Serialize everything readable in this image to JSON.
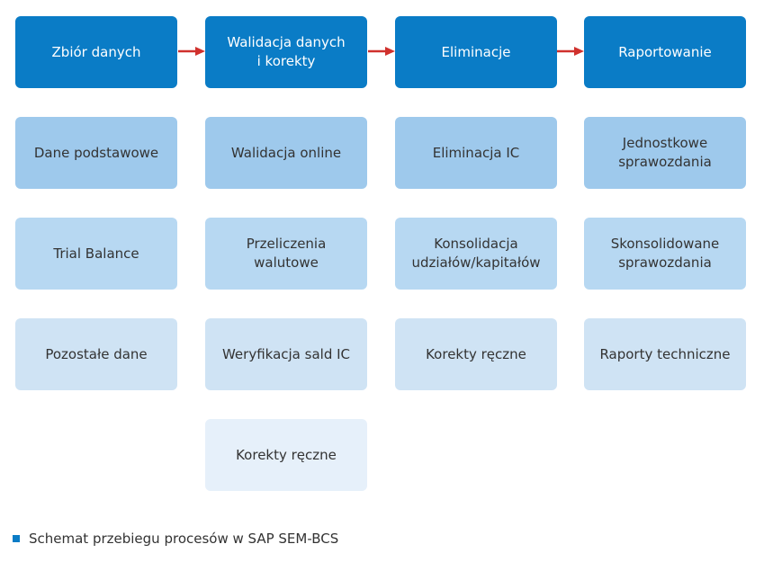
{
  "headers": [
    "Zbiór danych",
    "Walidacja danych\ni korekty",
    "Eliminacje",
    "Raportowanie"
  ],
  "columns": [
    [
      "Dane podstawowe",
      "Trial Balance",
      "Pozostałe dane"
    ],
    [
      "Walidacja online",
      "Przeliczenia walutowe",
      "Weryfikacja sald IC",
      "Korekty ręczne"
    ],
    [
      "Eliminacja IC",
      "Konsolidacja\nudziałów/kapitałów",
      "Korekty ręczne"
    ],
    [
      "Jednostkowe\nsprawozdania",
      "Skonsolidowane\nsprawozdania",
      "Raporty techniczne"
    ]
  ],
  "caption": "Schemat przebiegu procesów w SAP SEM-BCS",
  "colors": {
    "header": "#0a7cc6",
    "arrow": "#d0312d",
    "row1": "#9ec9ec",
    "row2": "#b7d8f2",
    "row3": "#cfe3f4",
    "row4": "#e6f0fa"
  }
}
